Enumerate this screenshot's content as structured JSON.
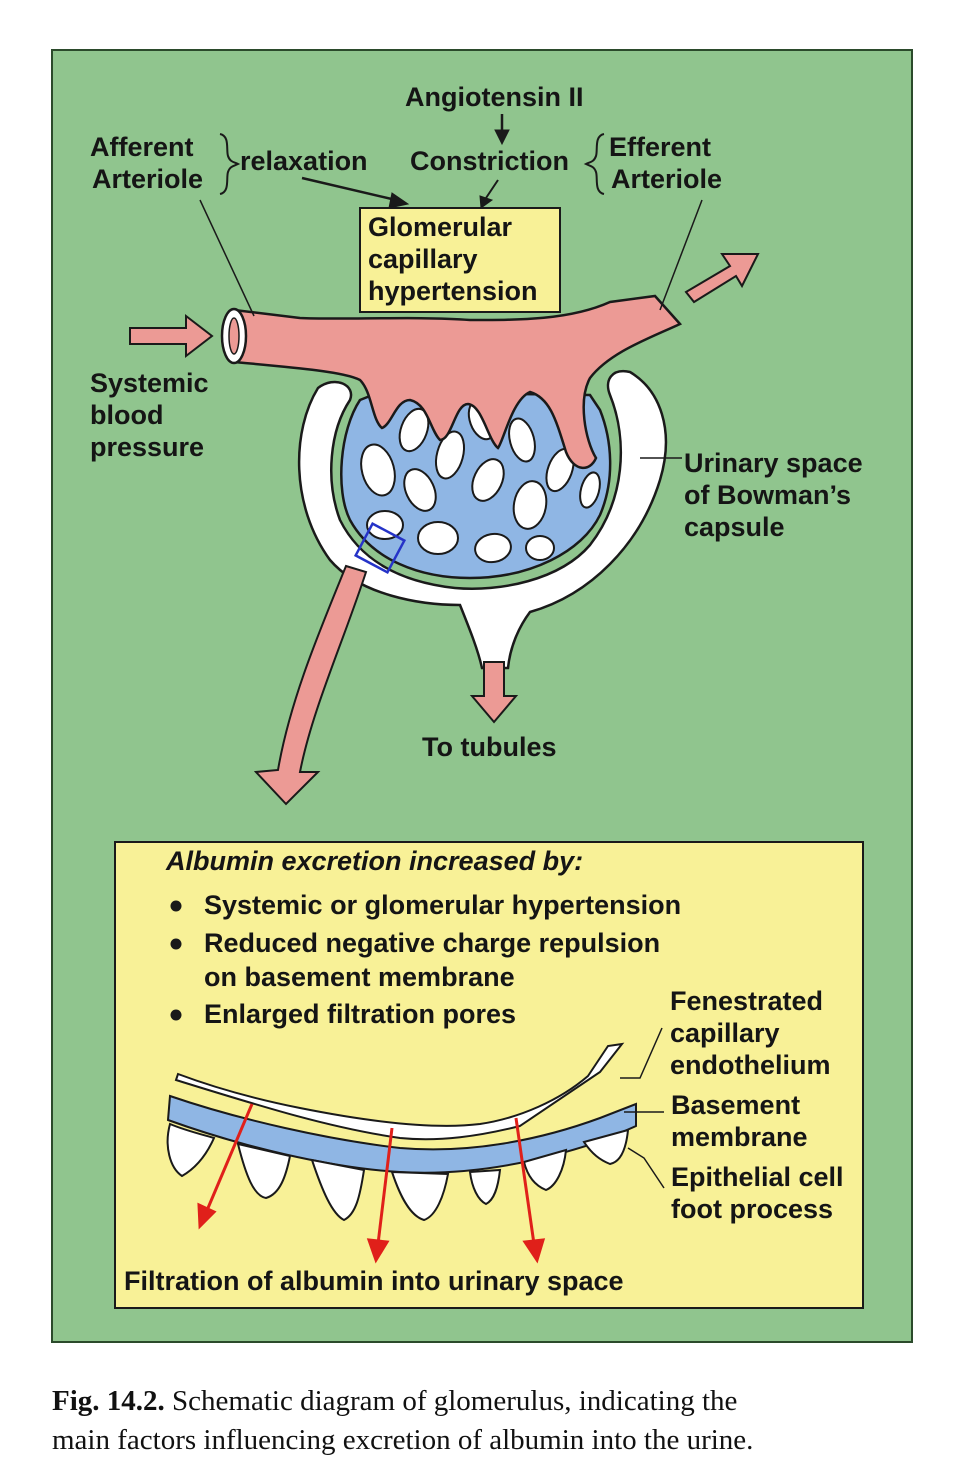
{
  "labels": {
    "angiotensin": "Angiotensin II",
    "afferent_1": "Afferent",
    "afferent_2": "Arteriole",
    "relaxation": "relaxation",
    "constriction": "Constriction",
    "efferent_1": "Efferent",
    "efferent_2": "Arteriole",
    "glom_1": "Glomerular",
    "glom_2": "capillary",
    "glom_3": "hypertension",
    "systemic_1": "Systemic",
    "systemic_2": "blood",
    "systemic_3": "pressure",
    "urinary_1": "Urinary space",
    "urinary_2": "of Bowman’s",
    "urinary_3": "capsule",
    "tubules": "To tubules"
  },
  "box": {
    "heading": "Albumin excretion increased by:",
    "bullet_1": "Systemic or glomerular hypertension",
    "bullet_2a": "Reduced negative charge repulsion",
    "bullet_2b": "on basement membrane",
    "bullet_3": "Enlarged filtration pores",
    "fen_1": "Fenestrated",
    "fen_2": "capillary",
    "fen_3": "endothelium",
    "base_1": "Basement",
    "base_2": "membrane",
    "epi_1": "Epithelial cell",
    "epi_2": "foot process",
    "filtration": "Filtration of albumin into urinary space"
  },
  "caption": {
    "fig": "Fig. 14.2.",
    "line_1": "Schematic diagram of glomerulus, indicating the",
    "line_2": "main factors influencing excretion of albumin into the urine."
  },
  "colors": {
    "panel_green": "#90c58e",
    "vessel_pink": "#ec9a95",
    "capillary_blue": "#8fb6e4",
    "box_yellow": "#f8f197",
    "arrow_red": "#e0201a"
  }
}
